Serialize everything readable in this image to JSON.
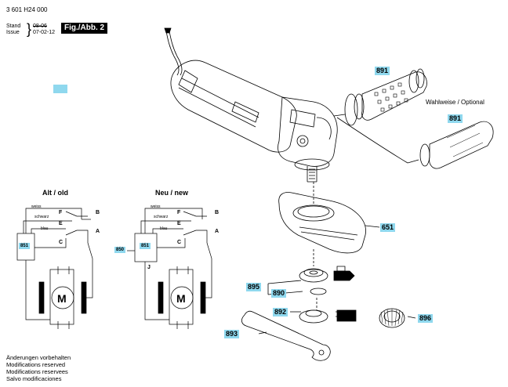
{
  "header": {
    "doc_number": "3 601 H24 000",
    "stand_label": "Stand",
    "issue_label": "Issue",
    "stand_date": "08-06",
    "issue_date": "07-02-12",
    "fig_label": "Fig./Abb. 2"
  },
  "optional_label": "Wahlweise / Optional",
  "wiring": {
    "old_title": "Alt / old",
    "new_title": "Neu / new",
    "weiss": "weiss",
    "schwarz": "schwarz",
    "blau": "blau",
    "term_B": "B",
    "term_A": "A",
    "term_F": "F",
    "term_E": "E",
    "term_C": "C",
    "term_J": "J",
    "motor": "M",
    "part_851_old": "851",
    "part_851_new": "851",
    "part_850": "850"
  },
  "parts": {
    "p891a": "891",
    "p891b": "891",
    "p651": "651",
    "p895": "895",
    "p890": "890",
    "p892": "892",
    "p896": "896",
    "p893": "893"
  },
  "modifications": [
    "Änderungen vorbehalten",
    "Modifications reserved",
    "Modifications reservees",
    "Salvo modificaciones"
  ],
  "colors": {
    "highlight": "#8fd8ee"
  }
}
